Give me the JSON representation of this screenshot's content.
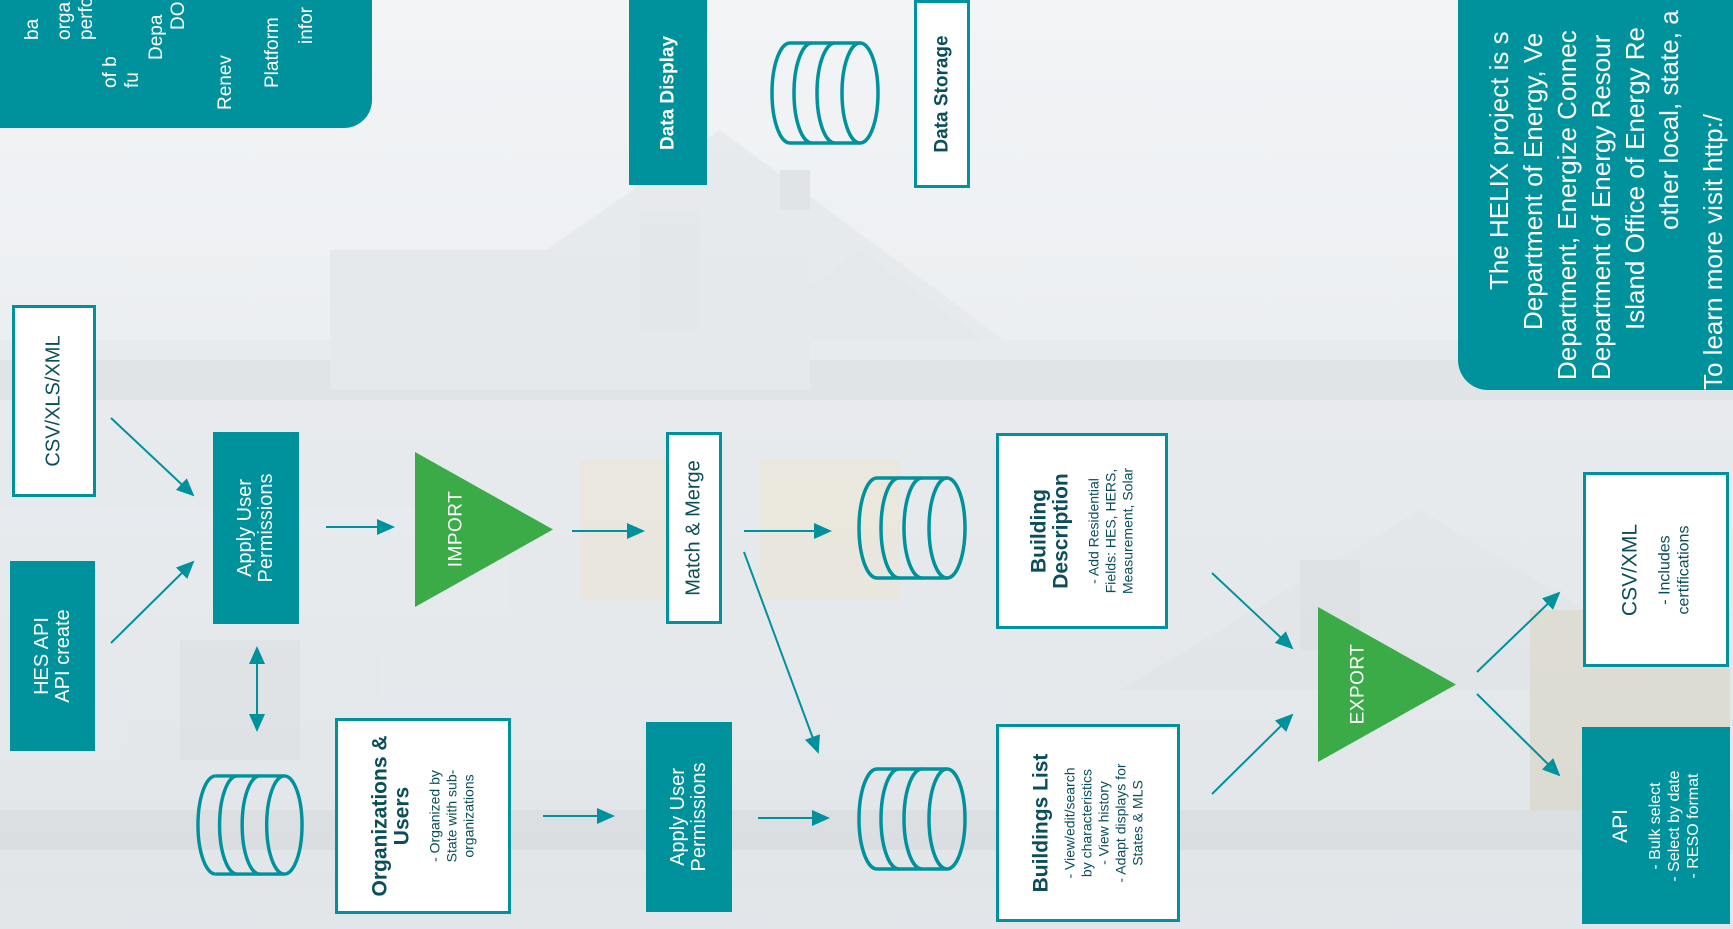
{
  "colors": {
    "teal": "#00929c",
    "green": "#3aab47",
    "background": "#eceff1"
  },
  "left_panel": {
    "lines": [
      "ba",
      "orga",
      "performa",
      "of b",
      "fu",
      "Depa",
      "DOE Offic",
      "Renev",
      "Platform",
      "infor"
    ]
  },
  "top_nodes": {
    "data_display": "Data Display",
    "data_storage": "Data Storage"
  },
  "inputs": {
    "csv": "CSV/XLS/XML",
    "hes_api_line1": "HES API",
    "hes_api_line2": "API create"
  },
  "apply_permissions_top": {
    "line1": "Apply User",
    "line2": "Permissions"
  },
  "apply_permissions_bottom": {
    "line1": "Apply User",
    "line2": "Permissions"
  },
  "import_label": "IMPORT",
  "export_label": "EXPORT",
  "match_merge": "Match & Merge",
  "building_description": {
    "title_line1": "Building",
    "title_line2": "Description",
    "detail1": "- Add Residential",
    "detail2": "Fields: HES, HERS,",
    "detail3": "Measurement, Solar"
  },
  "organizations": {
    "title_line1": "Organizations &",
    "title_line2": "Users",
    "detail1": "- Organized by",
    "detail2": "State with sub-",
    "detail3": "organizations"
  },
  "buildings_list": {
    "title": "Buildings List",
    "detail1": "- View/edit/search",
    "detail2": "by characteristics",
    "detail3": "- View history",
    "detail4": "- Adapt displays for",
    "detail5": "States & MLS"
  },
  "csv_xml_output": {
    "title": "CSV/XML",
    "detail1": "- Includes",
    "detail2": "certifications"
  },
  "api_output": {
    "title": "API",
    "detail1": "- Bulk select",
    "detail2": "- Select by date",
    "detail3": "- RESO format"
  },
  "right_panel": {
    "lines": [
      "The HELIX project is s",
      "Department of Energy, Ve",
      "Department, Energize Connec",
      "Department of Energy Resour",
      "Island Office of Energy Re",
      "other local, state, a",
      "",
      "To learn more visit http:/"
    ]
  }
}
